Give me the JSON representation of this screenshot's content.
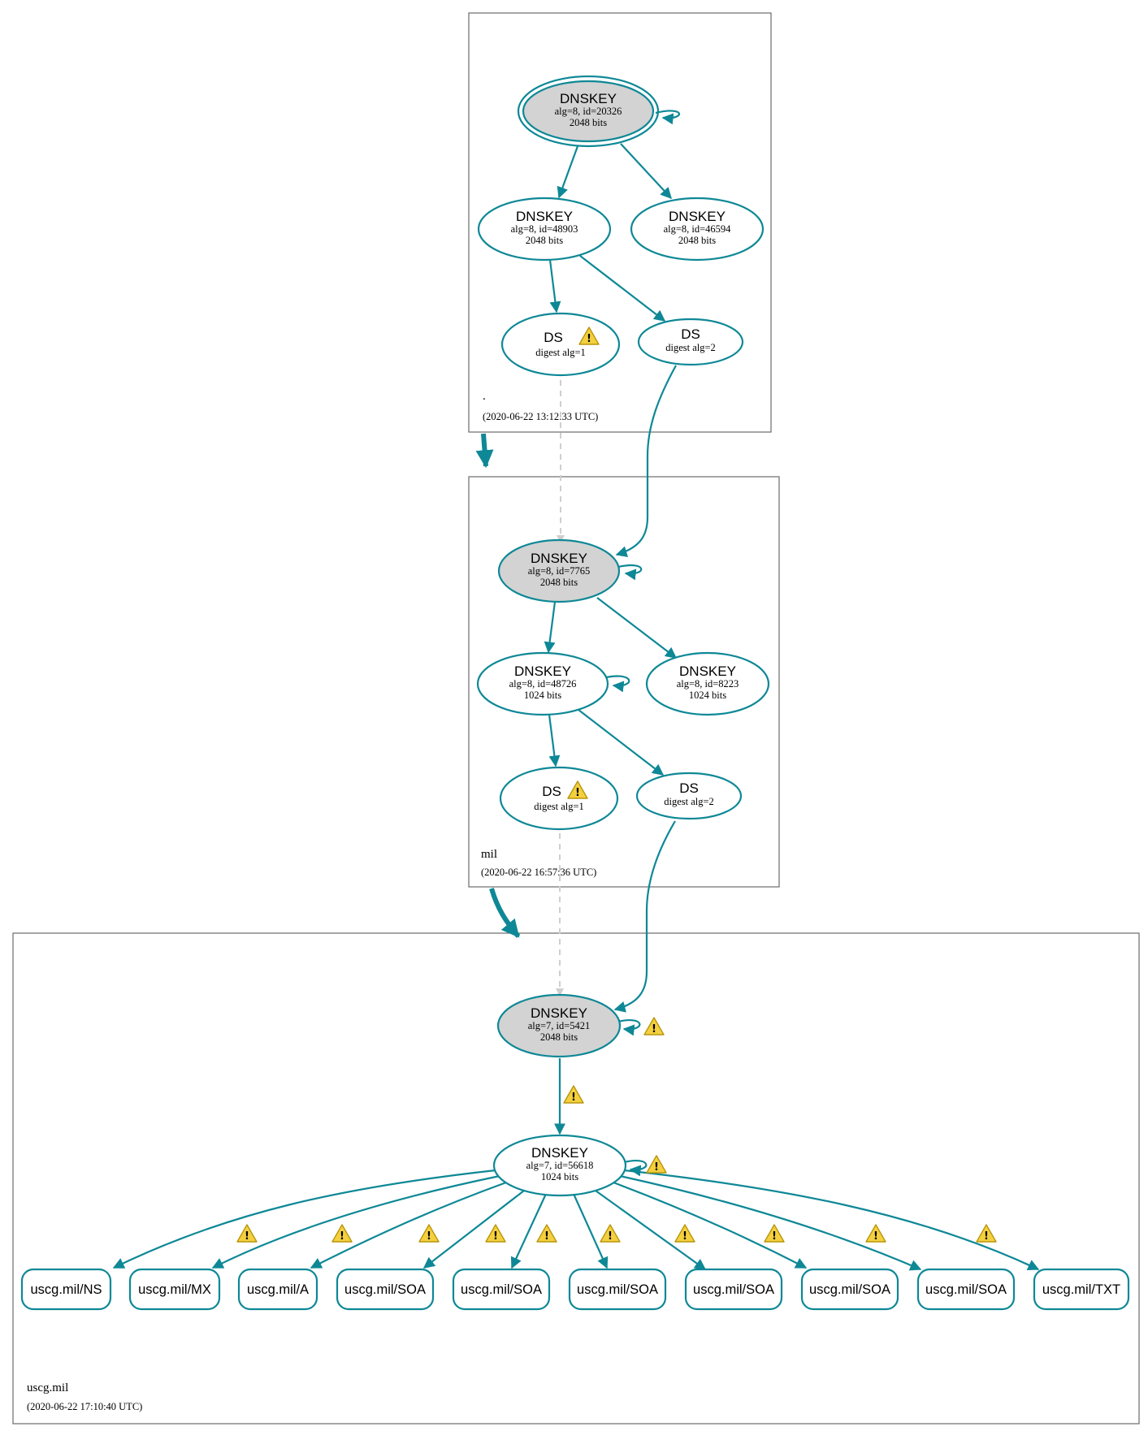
{
  "colors": {
    "edge": "#0e8896",
    "ksk_fill": "#d3d3d3",
    "dashed_edge": "#cfcfcf",
    "warning": "#f4d03f"
  },
  "zones": [
    {
      "name": ".",
      "timestamp": "(2020-06-22 13:12:33 UTC)",
      "nodes": [
        {
          "id": "root-dnskey-20326",
          "title": "DNSKEY",
          "line1": "alg=8, id=20326",
          "line2": "2048 bits"
        },
        {
          "id": "root-dnskey-48903",
          "title": "DNSKEY",
          "line1": "alg=8, id=48903",
          "line2": "2048 bits"
        },
        {
          "id": "root-dnskey-46594",
          "title": "DNSKEY",
          "line1": "alg=8, id=46594",
          "line2": "2048 bits"
        },
        {
          "id": "root-ds-1",
          "title": "DS",
          "line1": "digest alg=1",
          "warning": true
        },
        {
          "id": "root-ds-2",
          "title": "DS",
          "line1": "digest alg=2"
        }
      ]
    },
    {
      "name": "mil",
      "timestamp": "(2020-06-22 16:57:36 UTC)",
      "nodes": [
        {
          "id": "mil-dnskey-7765",
          "title": "DNSKEY",
          "line1": "alg=8, id=7765",
          "line2": "2048 bits"
        },
        {
          "id": "mil-dnskey-48726",
          "title": "DNSKEY",
          "line1": "alg=8, id=48726",
          "line2": "1024 bits"
        },
        {
          "id": "mil-dnskey-8223",
          "title": "DNSKEY",
          "line1": "alg=8, id=8223",
          "line2": "1024 bits"
        },
        {
          "id": "mil-ds-1",
          "title": "DS",
          "line1": "digest alg=1",
          "warning": true
        },
        {
          "id": "mil-ds-2",
          "title": "DS",
          "line1": "digest alg=2"
        }
      ]
    },
    {
      "name": "uscg.mil",
      "timestamp": "(2020-06-22 17:10:40 UTC)",
      "nodes": [
        {
          "id": "uscg-dnskey-5421",
          "title": "DNSKEY",
          "line1": "alg=7, id=5421",
          "line2": "2048 bits",
          "warning": true
        },
        {
          "id": "uscg-dnskey-56618",
          "title": "DNSKEY",
          "line1": "alg=7, id=56618",
          "line2": "1024 bits",
          "warning": true
        }
      ],
      "rrsets": [
        "uscg.mil/NS",
        "uscg.mil/MX",
        "uscg.mil/A",
        "uscg.mil/SOA",
        "uscg.mil/SOA",
        "uscg.mil/SOA",
        "uscg.mil/SOA",
        "uscg.mil/SOA",
        "uscg.mil/SOA",
        "uscg.mil/TXT"
      ]
    }
  ],
  "warning_icon": "warning-triangle-icon"
}
